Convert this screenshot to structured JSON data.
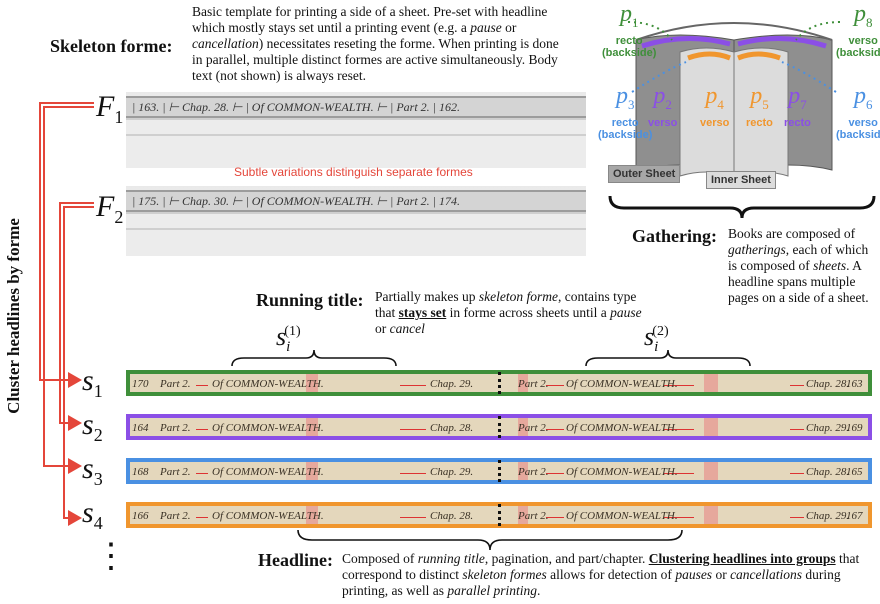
{
  "skeleton": {
    "label": "Skeleton forme:",
    "desc_parts": [
      "Basic template for printing a side of a sheet. Pre-set with headline which mostly stays set until a printing event (e.g. a ",
      "pause",
      " or ",
      "cancellation",
      ") necessitates reseting the forme. When printing is done in parallel, multiple distinct formes are active simultaneously. Body text (not shown) is always reset."
    ]
  },
  "formes": [
    {
      "label": "F",
      "sub": "1",
      "text": "| 163. | ⊢ Chap. 28. ⊢ | Of COMMON-WEALTH. ⊢ | Part 2. | 162."
    },
    {
      "label": "F",
      "sub": "2",
      "text": "| 175. | ⊢ Chap. 30. ⊢ | Of COMMON-WEALTH. ⊢ | Part 2. | 174."
    }
  ],
  "subtle_note": "Subtle variations distinguish separate formes",
  "cluster_label": "Cluster headlines by forme",
  "running_title": {
    "label": "Running title:",
    "desc_parts": [
      "Partially makes up ",
      "skeleton forme",
      ", contains type that ",
      "stays set",
      " in forme across sheets until a ",
      "pause",
      " or ",
      "cancel"
    ]
  },
  "si_labels": [
    {
      "base": "s",
      "sub": "i",
      "sup": "(1)"
    },
    {
      "base": "s",
      "sub": "i",
      "sup": "(2)"
    }
  ],
  "headlines": [
    {
      "label": "s",
      "sub": "1",
      "color": "#3f8f3a",
      "left_page": "170",
      "left_part": "Part 2.",
      "left_title": "Of COMMON-WEALTH.",
      "left_chap": "Chap. 29.",
      "right_part": "Part 2.",
      "right_title": "Of COMMON-WEALTH.",
      "right_chap": "Chap. 28.",
      "right_page": "163"
    },
    {
      "label": "s",
      "sub": "2",
      "color": "#8b4fe6",
      "left_page": "164",
      "left_part": "Part 2.",
      "left_title": "Of COMMON-WEALTH.",
      "left_chap": "Chap. 28.",
      "right_part": "Part 2.",
      "right_title": "Of COMMON-WEALTH.",
      "right_chap": "Chap. 29.",
      "right_page": "169"
    },
    {
      "label": "s",
      "sub": "3",
      "color": "#4a90e2",
      "left_page": "168",
      "left_part": "Part 2.",
      "left_title": "Of COMMON-WEALTH.",
      "left_chap": "Chap. 29.",
      "right_part": "Part 2.",
      "right_title": "Of COMMON-WEALTH.",
      "right_chap": "Chap. 28.",
      "right_page": "165"
    },
    {
      "label": "s",
      "sub": "4",
      "color": "#f0962e",
      "left_page": "166",
      "left_part": "Part 2.",
      "left_title": "Of COMMON-WEALTH.",
      "left_chap": "Chap. 28.",
      "right_part": "Part 2.",
      "right_title": "Of COMMON-WEALTH.",
      "right_chap": "Chap. 29.",
      "right_page": "167"
    }
  ],
  "vdots": "⋮",
  "headline_desc": {
    "label": "Headline:",
    "desc_parts": [
      "Composed of ",
      "running title",
      ", pagination, and part/chapter. ",
      "Clustering headlines into groups",
      " that correspond to distinct ",
      "skeleton formes",
      " allows for detection of ",
      "pauses",
      " or ",
      "cancellations",
      " during printing, as well as ",
      "parallel printing",
      "."
    ]
  },
  "gathering": {
    "label": "Gathering:",
    "desc_parts": [
      "Books are composed of ",
      "gatherings",
      ", each of which is composed of ",
      "sheets",
      ". A headline spans multiple pages on a side of a sheet."
    ],
    "outer_sheet": "Outer Sheet",
    "inner_sheet": "Inner Sheet",
    "pages": [
      {
        "p": "p",
        "sub": "1",
        "text1": "recto",
        "text2": "(backside)",
        "color": "#3f8f3a"
      },
      {
        "p": "p",
        "sub": "2",
        "text1": "verso",
        "text2": "",
        "color": "#8b4fe6"
      },
      {
        "p": "p",
        "sub": "3",
        "text1": "recto",
        "text2": "(backside)",
        "color": "#4a90e2"
      },
      {
        "p": "p",
        "sub": "4",
        "text1": "verso",
        "text2": "",
        "color": "#f0962e"
      },
      {
        "p": "p",
        "sub": "5",
        "text1": "recto",
        "text2": "",
        "color": "#f0962e"
      },
      {
        "p": "p",
        "sub": "6",
        "text1": "verso",
        "text2": "(backside)",
        "color": "#4a90e2"
      },
      {
        "p": "p",
        "sub": "7",
        "text1": "recto",
        "text2": "",
        "color": "#8b4fe6"
      },
      {
        "p": "p",
        "sub": "8",
        "text1": "verso",
        "text2": "(backside)",
        "color": "#3f8f3a"
      }
    ]
  },
  "colors": {
    "arrow_red": "#e4463a",
    "green": "#3f8f3a",
    "purple": "#8b4fe6",
    "blue": "#4a90e2",
    "orange": "#f0962e"
  }
}
